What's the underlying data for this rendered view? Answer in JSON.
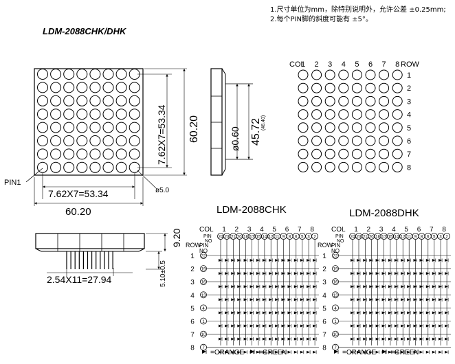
{
  "notes": [
    "1.尺寸单位为mm，除特别说明外，允许公差 ±0.25mm;",
    "2.每个PIN脚的斜度可能有 ±5°。"
  ],
  "title": "LDM-2088CHK/DHK",
  "front_view": {
    "pin1_label": "PIN1",
    "width_pitch": "7.62X7=53.34",
    "height_pitch": "7.62X7=53.34",
    "total_width": "60.20",
    "total_height": "60.20",
    "dot_diameter": "ø5.0"
  },
  "side_view": {
    "pin_dia": "ø0.60",
    "body_depth": "45.72",
    "ref_depth": "(46.40)"
  },
  "bottom_view": {
    "pin_pitch": "2.54X11=27.94",
    "pin_length": "5.10±0.5",
    "height": "9.20"
  },
  "matrix": {
    "col_label": "COL",
    "row_label": "ROW",
    "cols": [
      "1",
      "2",
      "3",
      "4",
      "5",
      "6",
      "7",
      "8"
    ],
    "rows": [
      "1",
      "2",
      "3",
      "4",
      "5",
      "6",
      "7",
      "8"
    ]
  },
  "schematics": [
    {
      "title": "LDM-2088CHK",
      "col_label": "COL",
      "pin_label": "PIN",
      "no_label": "NO",
      "row_label": "ROW",
      "cols": [
        "1",
        "2",
        "3",
        "4",
        "5",
        "6",
        "7",
        "8"
      ],
      "col_pins": [
        "24",
        "21",
        "18",
        "15",
        "12",
        "9",
        "6",
        "3"
      ],
      "col_pins2": [
        "23",
        "20",
        "17",
        "14",
        "11",
        "8",
        "5",
        "2"
      ],
      "rows": [
        "1",
        "2",
        "3",
        "4",
        "5",
        "6",
        "7",
        "8"
      ],
      "row_pins": [
        "22",
        "19",
        "16",
        "13",
        "4",
        "1",
        "10",
        "7"
      ],
      "legend_orange": "=ORANGE",
      "legend_green": "=GREEN"
    },
    {
      "title": "LDM-2088DHK",
      "col_label": "COL",
      "pin_label": "PIN",
      "no_label": "NO",
      "row_label": "ROW",
      "cols": [
        "1",
        "2",
        "3",
        "4",
        "5",
        "6",
        "7",
        "8"
      ],
      "col_pins": [
        "24",
        "21",
        "18",
        "15",
        "12",
        "9",
        "6",
        "3"
      ],
      "col_pins2": [
        "23",
        "20",
        "17",
        "14",
        "11",
        "8",
        "5",
        "2"
      ],
      "rows": [
        "1",
        "2",
        "3",
        "4",
        "5",
        "6",
        "7",
        "8"
      ],
      "row_pins": [
        "22",
        "19",
        "16",
        "13",
        "4",
        "1",
        "10",
        "7"
      ],
      "legend_orange": "=ORANGE",
      "legend_green": "=GREEN"
    }
  ]
}
